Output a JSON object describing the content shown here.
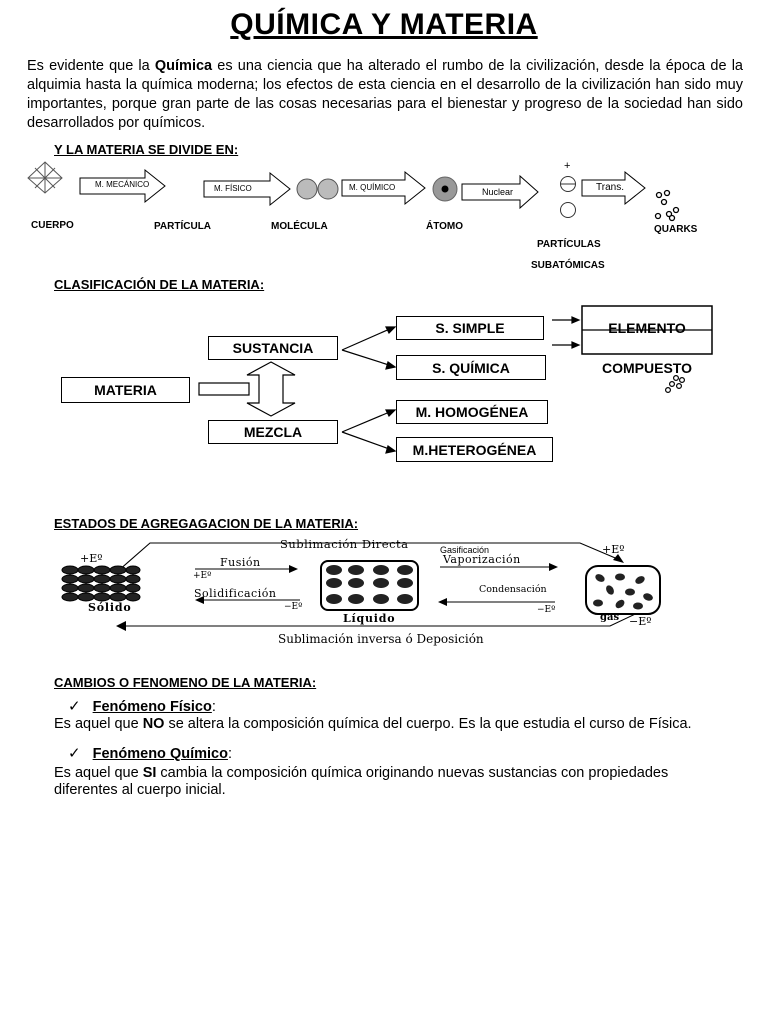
{
  "title": "QUÍMICA Y MATERIA",
  "intro": {
    "before": "Es evidente que la ",
    "bold": "Química",
    "after": " es una ciencia que ha alterado el rumbo de la civilización, desde la época de la alquimia hasta la química moderna; los efectos de esta ciencia en el desarrollo de la civilización han sido muy importantes, porque gran parte de las cosas necesarias para el bienestar y progreso de la sociedad han sido desarrollados por químicos."
  },
  "division": {
    "heading": "Y LA MATERIA SE DIVIDE EN:",
    "arrows": [
      "M. MECÁNICO",
      "M. FÍSICO",
      "M. QUÍMICO",
      "Nuclear",
      "Trans."
    ],
    "labels": [
      "CUERPO",
      "PARTÍCULA",
      "MOLÉCULA",
      "ÁTOMO",
      "PARTÍCULAS",
      "SUBATÓMICAS",
      "QUARKS"
    ],
    "plus_sign": "+"
  },
  "classification": {
    "heading": "CLASIFICACIÓN DE LA MATERIA:",
    "materia": "MATERIA",
    "sustancia": "SUSTANCIA",
    "mezcla": "MEZCLA",
    "s_simple": "S. SIMPLE",
    "s_quimica": "S. QUÍMICA",
    "m_homogenea": "M. HOMOGÉNEA",
    "m_heterogenea": "M.HETEROGÉNEA",
    "elemento": "ELEMENTO",
    "compuesto": "COMPUESTO"
  },
  "states": {
    "heading": "ESTADOS DE AGREGAGACION DE LA MATERIA:",
    "solid": "Sólido",
    "liquid": "Líquido",
    "gas": "gas",
    "sublimacion_directa": "Sublimación Directa",
    "sublimacion_inversa": "Sublimación inversa ó Deposición",
    "fusion": "Fusión",
    "solidificacion": "Solidificación",
    "gasificacion": "Gasificación",
    "vaporizacion": "Vaporización",
    "condensacion": "Condensación",
    "plus_e": "+Eº",
    "minus_e": "−Eº",
    "plus_e_small": "+Eº",
    "minus_e_small": "−Eº"
  },
  "changes": {
    "heading": "CAMBIOS O FENOMENO DE LA MATERIA:",
    "check": "✓",
    "fisico": {
      "title": "Fenómeno Físico",
      "colon": ":",
      "pre": "Es aquel que ",
      "bold": "NO",
      "post": " se altera la composición química del cuerpo. Es la que estudia el curso de Física."
    },
    "quimico": {
      "title": "Fenómeno Químico",
      "colon": ":",
      "pre": "Es aquel que ",
      "bold": "SI",
      "post": " cambia la composición química originando nuevas sustancias con propiedades diferentes al cuerpo inicial."
    }
  }
}
